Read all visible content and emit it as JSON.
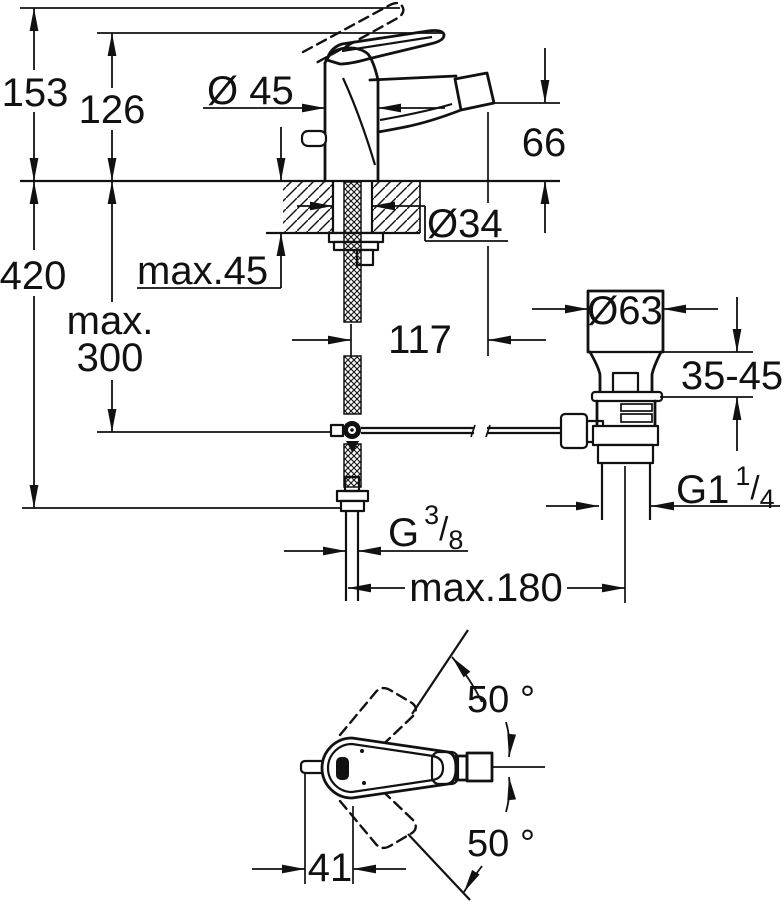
{
  "drawing": {
    "type": "faucet-installation-dimension-diagram",
    "line_color": "#111111",
    "background_color": "#ffffff"
  },
  "labels": {
    "dim153": "153",
    "dim126": "126",
    "dia45": "Ø 45",
    "dim66": "66",
    "dim420": "420",
    "max45": "max.45",
    "dia34": "Ø34",
    "max300_line1": "max.",
    "max300_line2": "300",
    "dim117": "117",
    "dia63": "Ø63",
    "range3545": "35-45",
    "waste_thread_base": "G1",
    "waste_thread_sup": "1",
    "waste_thread_slash": "/",
    "waste_thread_sub": "4",
    "supply_thread_base": "G",
    "supply_thread_sup": "3",
    "supply_thread_slash": "/",
    "supply_thread_sub": "8",
    "max180": "max.180",
    "angle_top": "50 °",
    "angle_bottom": "50 °",
    "dim41": "41"
  }
}
